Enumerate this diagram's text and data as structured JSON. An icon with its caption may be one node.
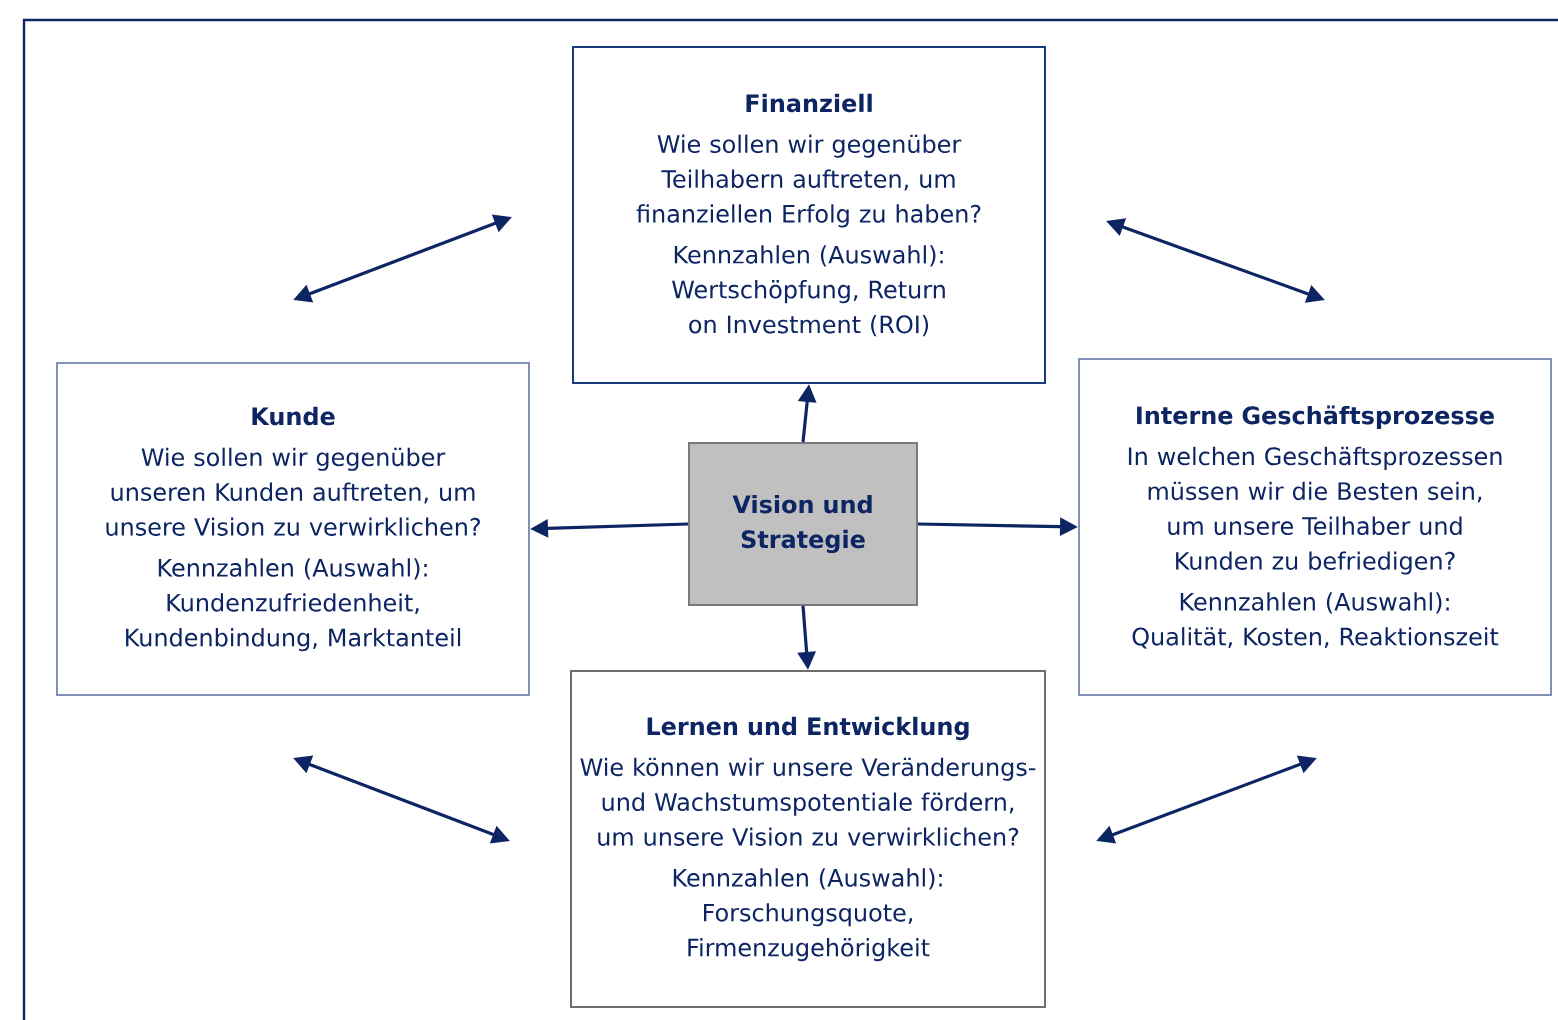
{
  "diagram": {
    "nodes": [
      {
        "text": [
          "Finanziell",
          "Wie sollen wir gegenüber Teilhabern auftreten, um finanziellen Erfolg zu haben?",
          "Kennzahlen (Auswahl): Wertschöpfung, Return on Investment (ROI)"
        ]
      },
      {
        "text": [
          "Kunde",
          "Wie sollen wir gegenüber unseren Kunden auftreten, um unsere Vision zu verwirklichen?",
          "Kennzahlen (Auswahl): Kundenzufriedenheit, Kundenbindung, Marktanteil"
        ]
      },
      {
        "text": [
          "Vision und Strategie"
        ]
      },
      {
        "text": [
          "Interne Geschäftsprozesse",
          "In welchen Geschäftsprozessen müssen wir die Besten sein, um unsere Teilhaber und Kunden zu befriedigen?",
          "Kennzahlen (Auswahl): Qualität, Kosten, Reaktionszeit"
        ]
      },
      {
        "text": [
          "Lernen und Entwicklung",
          "Wie können wir unsere Veränderungs- und Wachstumspotentiale fördern, um unsere Vision zu verwirklichen?",
          "Kennzahlen (Auswahl): Forschungsquote, Firmenzugehörigkeit"
        ]
      }
    ],
    "edges": [
      {
        "from": 2,
        "to": 0,
        "arrow": "to"
      },
      {
        "from": 2,
        "to": 1,
        "arrow": "to"
      },
      {
        "from": 2,
        "to": 3,
        "arrow": "to"
      },
      {
        "from": 2,
        "to": 4,
        "arrow": "to"
      },
      {
        "from": 1,
        "to": 0,
        "arrow": "both"
      },
      {
        "from": 0,
        "to": 3,
        "arrow": "both"
      },
      {
        "from": 1,
        "to": 4,
        "arrow": "both"
      },
      {
        "from": 4,
        "to": 3,
        "arrow": "both"
      }
    ]
  }
}
